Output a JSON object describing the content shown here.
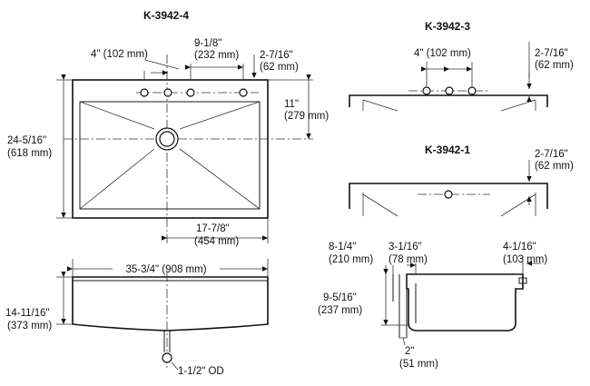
{
  "views": {
    "top_view": {
      "title": "K-3942-4",
      "dims": {
        "spacing": "4\" (102 mm)",
        "span": "9-1/8\"",
        "span_mm": "(232 mm)",
        "edge": "2-7/16\"",
        "edge_mm": "(62 mm)",
        "drain": "11\"",
        "drain_mm": "(279 mm)",
        "depth": "24-5/16\"",
        "depth_mm": "(618 mm)",
        "half": "17-7/8\"",
        "half_mm": "(454 mm)"
      }
    },
    "front_view": {
      "dims": {
        "width": "35-3/4\" (908 mm)",
        "height": "14-11/16\"",
        "height_mm": "(373 mm)",
        "outlet": "1-1/2\" OD"
      }
    },
    "k3942_3": {
      "title": "K-3942-3",
      "dims": {
        "spacing": "4\" (102 mm)",
        "edge": "2-7/16\"",
        "edge_mm": "(62 mm)"
      }
    },
    "k3942_1": {
      "title": "K-3942-1",
      "dims": {
        "edge": "2-7/16\"",
        "edge_mm": "(62 mm)"
      }
    },
    "side_section": {
      "dims": {
        "a": "8-1/4\"",
        "a_mm": "(210 mm)",
        "b": "3-1/16\"",
        "b_mm": "(78 mm)",
        "c": "4-1/16\"",
        "c_mm": "(103 mm)",
        "d": "9-5/16\"",
        "d_mm": "(237 mm)",
        "e": "2\"",
        "e_mm": "(51 mm)"
      }
    }
  }
}
